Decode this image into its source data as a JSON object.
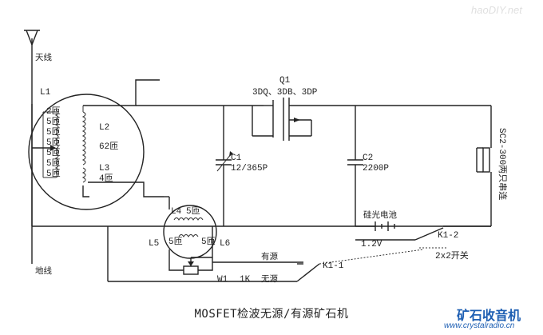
{
  "watermark_top": {
    "site": "haoDIY",
    "suffix": ".net"
  },
  "brand": {
    "name": "矿石收音机",
    "url": "www.crystalradio.cn"
  },
  "title": "MOSFET检波无源/有源矿石机",
  "labels": {
    "antenna": "天线",
    "ground": "地线",
    "l1": "L1",
    "l2": "L2",
    "l3": "L3",
    "l4": "L4",
    "l5": "L5",
    "l6": "L6",
    "taps": [
      "2匝",
      "5匝",
      "5匝",
      "5匝",
      "5匝",
      "5匝",
      "5匝"
    ],
    "l2_turns": "62匝",
    "l3_turns": "4匝",
    "l4_turns": "5匝",
    "l5_turns": "5匝",
    "l6_turns": "5匝",
    "q1": "Q1",
    "q1_types": "3DQ、3DB、3DP",
    "c1": "C1",
    "c1_value": "12/365P",
    "c2": "C2",
    "c2_value": "2200P",
    "battery": "硅光电池",
    "voltage": "1.2V",
    "k12": "K1-2",
    "switch": "2x2开关",
    "k11": "K1-1",
    "active": "有源",
    "passive": "无源",
    "w1": "W1",
    "w1_value": "1K",
    "earphone": "SC2-300两只串连"
  }
}
